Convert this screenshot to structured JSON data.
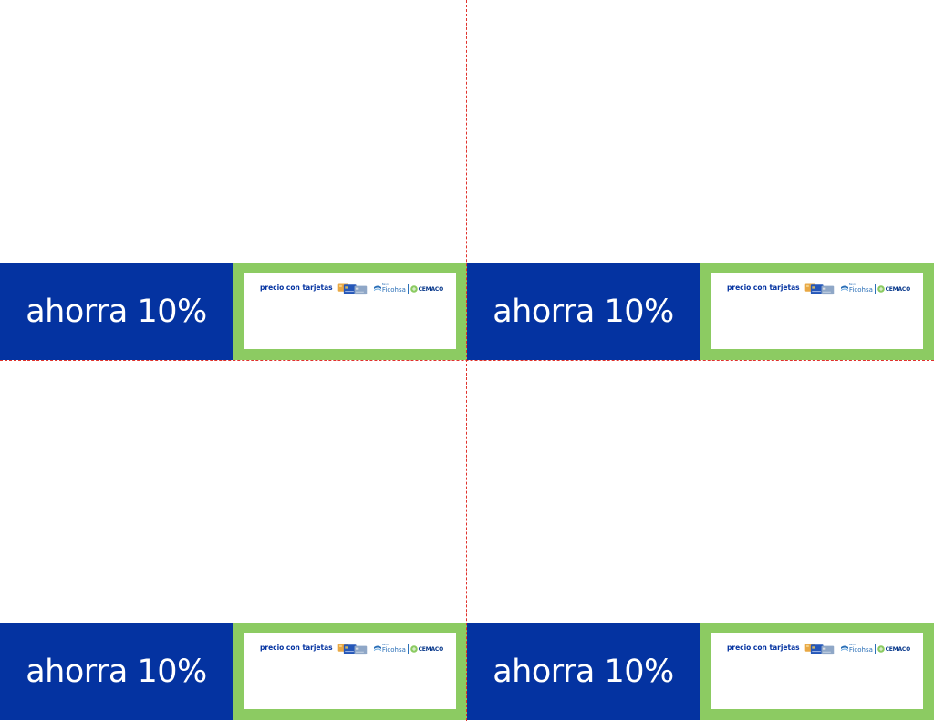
{
  "colors": {
    "blue": "#0433a1",
    "green": "#8ccb62"
  },
  "icons": {
    "cards": "credit-cards-icon",
    "ficohsa": "ficohsa-logo-icon",
    "cemaco": "cemaco-leaf-icon"
  },
  "banners": [
    {
      "discount_text": "ahorra 10%",
      "card_label": "precio con tarjetas",
      "brand_small": "Banco",
      "brand1": "Ficohsa",
      "brand2": "CEMACO"
    },
    {
      "discount_text": "ahorra 10%",
      "card_label": "precio con tarjetas",
      "brand_small": "Banco",
      "brand1": "Ficohsa",
      "brand2": "CEMACO"
    },
    {
      "discount_text": "ahorra 10%",
      "card_label": "precio con tarjetas",
      "brand_small": "Banco",
      "brand1": "Ficohsa",
      "brand2": "CEMACO"
    },
    {
      "discount_text": "ahorra 10%",
      "card_label": "precio con tarjetas",
      "brand_small": "Banco",
      "brand1": "Ficohsa",
      "brand2": "CEMACO"
    }
  ]
}
